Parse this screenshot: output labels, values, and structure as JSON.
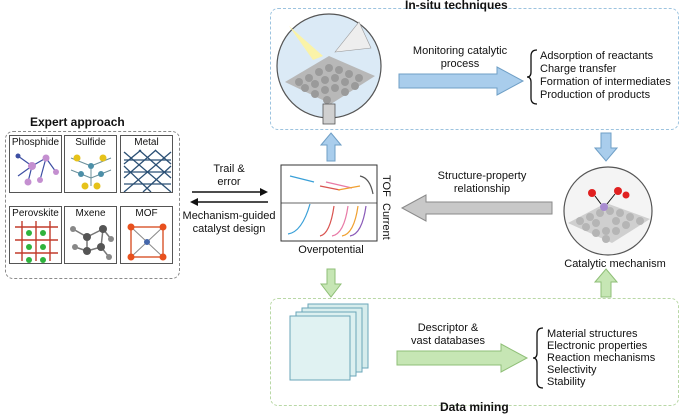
{
  "insitu": {
    "title": "In-situ techniques",
    "arrow_label_line1": "Monitoring catalytic",
    "arrow_label_line2": "process",
    "items": [
      "Adsorption of reactants",
      "Charge transfer",
      "Formation of intermediates",
      "Production of products"
    ]
  },
  "expert": {
    "title": "Expert approach",
    "tiles": [
      "Phosphide",
      "Sulfide",
      "Metal",
      "Perovskite",
      "Mxene",
      "MOF"
    ]
  },
  "center": {
    "trail_line1": "Trail &",
    "trail_line2": "error",
    "mechanism_line1": "Mechanism-guided",
    "mechanism_line2": "catalyst design",
    "tof_label": "TOF",
    "current_label": "Current",
    "xaxis_label": "Overpotential"
  },
  "structure": {
    "label_line1": "Structure-property",
    "label_line2": "relationship"
  },
  "mechanism": {
    "label": "Catalytic mechanism"
  },
  "datamining": {
    "title": "Data mining",
    "arrow_label_line1": "Descriptor &",
    "arrow_label_line2": "vast databases",
    "items": [
      "Material structures",
      "Electronic properties",
      "Reaction mechanisms",
      "Selectivity",
      "Stability"
    ]
  },
  "colors": {
    "blue_arrow": "#a9cdec",
    "green_arrow": "#c6e6b4",
    "gray_arrow": "#c8c8c8"
  }
}
